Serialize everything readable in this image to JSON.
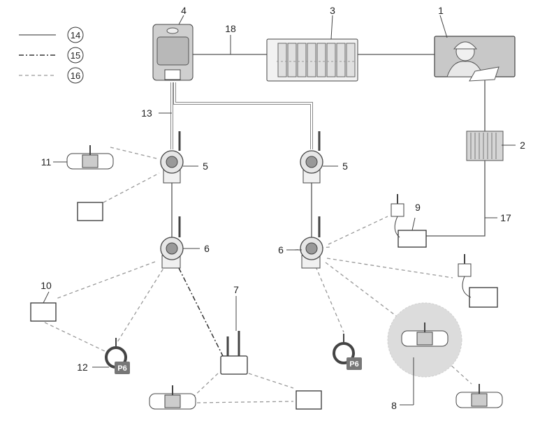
{
  "legend": [
    {
      "number": "14",
      "style": "solid"
    },
    {
      "number": "15",
      "style": "dash-dot"
    },
    {
      "number": "16",
      "style": "dashed"
    }
  ],
  "labels": {
    "l1": "1",
    "l2": "2",
    "l3": "3",
    "l4": "4",
    "l5a": "5",
    "l5b": "5",
    "l6a": "6",
    "l6b": "6",
    "l7": "7",
    "l8": "8",
    "l9": "9",
    "l10": "10",
    "l11": "11",
    "l12": "12",
    "l13": "13",
    "l17": "17",
    "l18": "18"
  },
  "badges": {
    "b1": "P6",
    "b2": "P6"
  }
}
